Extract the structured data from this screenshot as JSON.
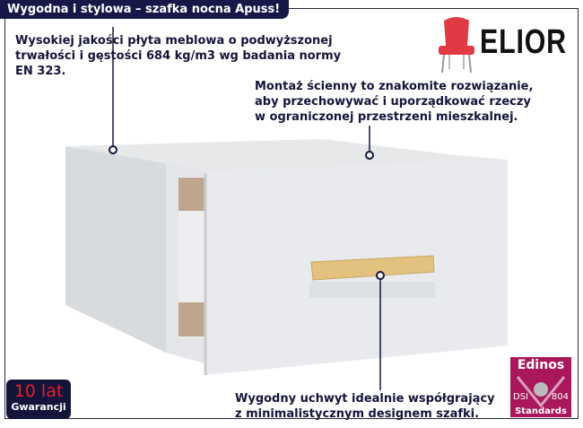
{
  "title": "Wygodna i stylowa – szafka nocna Apuss!",
  "brand": {
    "name": "ELIOR",
    "icon": "chair-icon",
    "color": "#e23a44"
  },
  "callouts": {
    "material": [
      "Wysokiej jakości płyta meblowa o podwyższonej",
      "trwałości i gęstości 684 kg/m3 wg badania normy",
      "EN 323."
    ],
    "mounting": [
      "Montaż ścienny to znakomite rozwiązanie,",
      "aby przechowywać i uporządkować rzeczy",
      "w ograniczonej przestrzeni mieszkalnej."
    ],
    "handle": [
      "Wygodny uchwyt idealnie współgrający",
      "z minimalistycznym designem szafki."
    ]
  },
  "warranty": {
    "years": "10 lat",
    "label": "Gwarancji"
  },
  "certificate": {
    "name": "Edinos",
    "left": "DSI",
    "right": "804",
    "label": "Standards",
    "color": "#a8185a"
  }
}
